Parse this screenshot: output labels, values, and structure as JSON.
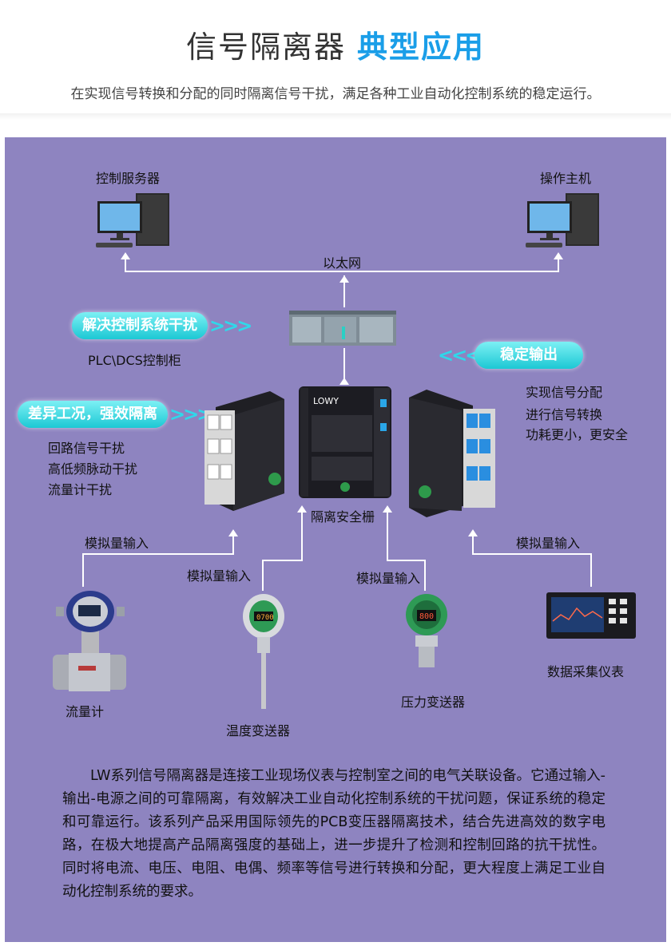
{
  "header": {
    "title_plain": "信号隔离器",
    "title_highlight": "典型应用",
    "subtitle": "在实现信号转换和分配的同时隔离信号干扰，满足各种工业自动化控制系统的稳定运行。"
  },
  "diagram": {
    "control_server": "控制服务器",
    "operator_host": "操作主机",
    "ethernet": "以太网",
    "plc_cabinet": "PLC\\DCS控制柜",
    "tag_left_top": "解决控制系统干扰",
    "tag_left_bottom": "差异工况，强效隔离",
    "tag_right": "稳定输出",
    "left_items": [
      "回路信号干扰",
      "高低频脉动干扰",
      "流量计干扰"
    ],
    "right_items": [
      "实现信号分配",
      "进行信号转换",
      "功耗更小，更安全"
    ],
    "barrier": "隔离安全栅",
    "analog_input": "模拟量输入",
    "instruments": {
      "flowmeter": "流量计",
      "temp_transmitter": "温度变送器",
      "pressure_transmitter": "压力变送器",
      "data_logger": "数据采集仪表"
    },
    "display_values": {
      "temp": "0700",
      "pressure": "800"
    },
    "brand": "LOWY"
  },
  "description": "LW系列信号隔离器是连接工业现场仪表与控制室之间的电气关联设备。它通过输入-输出-电源之间的可靠隔离，有效解决工业自动化控制系统的干扰问题，保证系统的稳定和可靠运行。该系列产品采用国际领先的PCB变压器隔离技术，结合先进高效的数字电路，在极大地提高产品隔离强度的基础上，进一步提升了检测和控制回路的抗干扰性。同时将电流、电压、电阻、电偶、频率等信号进行转换和分配，更大程度上满足工业自动化控制系统的要求。",
  "colors": {
    "panel": "#8e84c0",
    "accent": "#1a9ee8",
    "tag": "#1cc8d4"
  }
}
